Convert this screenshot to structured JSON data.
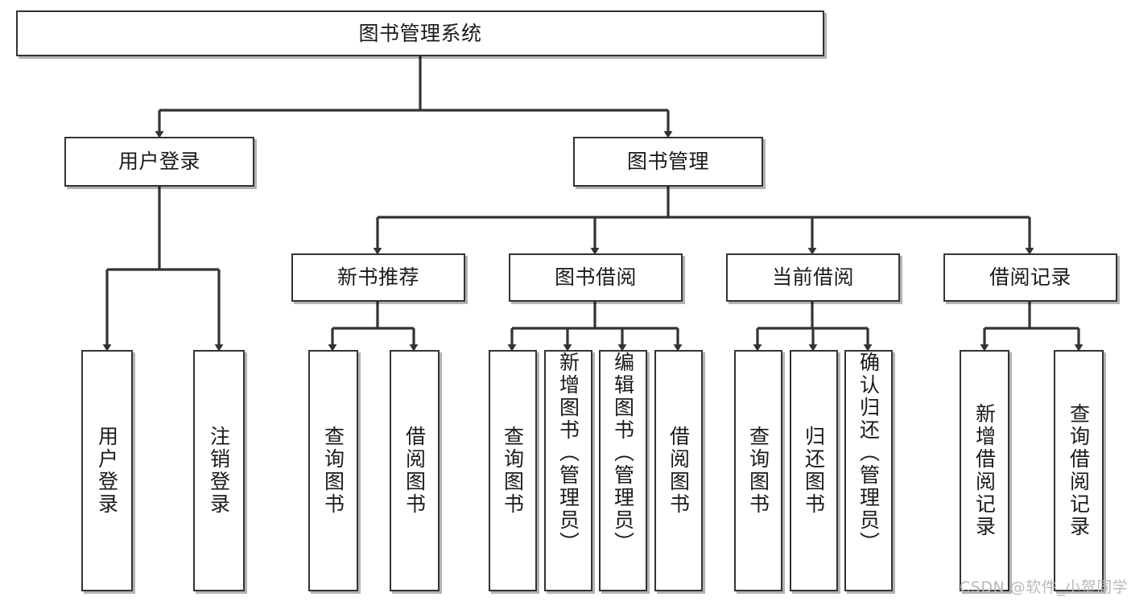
{
  "diagram": {
    "title": "图书管理系统",
    "watermark": "CSDN @软件_小贺同学",
    "colors": {
      "box_border": "#333333",
      "box_fill": "#ffffff",
      "edge": "#333333",
      "text": "#1a1a1a",
      "watermark": "#b9b9b9",
      "background": "#ffffff"
    },
    "levels": [
      {
        "name": "root",
        "nodes": [
          {
            "id": "root",
            "label": "图书管理系统"
          }
        ]
      },
      {
        "name": "modules",
        "nodes": [
          {
            "id": "user-login",
            "label": "用户登录"
          },
          {
            "id": "book-manage",
            "label": "图书管理"
          }
        ]
      },
      {
        "name": "sub-modules",
        "nodes": [
          {
            "id": "new-book-recommend",
            "label": "新书推荐"
          },
          {
            "id": "book-borrow",
            "label": "图书借阅"
          },
          {
            "id": "current-borrow",
            "label": "当前借阅"
          },
          {
            "id": "borrow-record",
            "label": "借阅记录"
          }
        ]
      },
      {
        "name": "leaves",
        "nodes": [
          {
            "id": "leaf-user-login",
            "label": "用户登录",
            "parent": "user-login"
          },
          {
            "id": "leaf-logout-login",
            "label": "注销登录",
            "parent": "user-login"
          },
          {
            "id": "leaf-query-book-1",
            "label": "查询图书",
            "parent": "new-book-recommend"
          },
          {
            "id": "leaf-borrow-book-1",
            "label": "借阅图书",
            "parent": "new-book-recommend"
          },
          {
            "id": "leaf-query-book-2",
            "label": "查询图书",
            "parent": "book-borrow"
          },
          {
            "id": "leaf-add-book",
            "label": "新增图书（管理员）",
            "parent": "book-borrow"
          },
          {
            "id": "leaf-edit-book",
            "label": "编辑图书（管理员）",
            "parent": "book-borrow"
          },
          {
            "id": "leaf-borrow-book-2",
            "label": "借阅图书",
            "parent": "book-borrow"
          },
          {
            "id": "leaf-query-book-3",
            "label": "查询图书",
            "parent": "current-borrow"
          },
          {
            "id": "leaf-return-book",
            "label": "归还图书",
            "parent": "current-borrow"
          },
          {
            "id": "leaf-confirm-return",
            "label": "确认归还（管理员）",
            "parent": "current-borrow"
          },
          {
            "id": "leaf-add-record",
            "label": "新增借阅记录",
            "parent": "borrow-record"
          },
          {
            "id": "leaf-query-record",
            "label": "查询借阅记录",
            "parent": "borrow-record"
          }
        ]
      }
    ]
  }
}
